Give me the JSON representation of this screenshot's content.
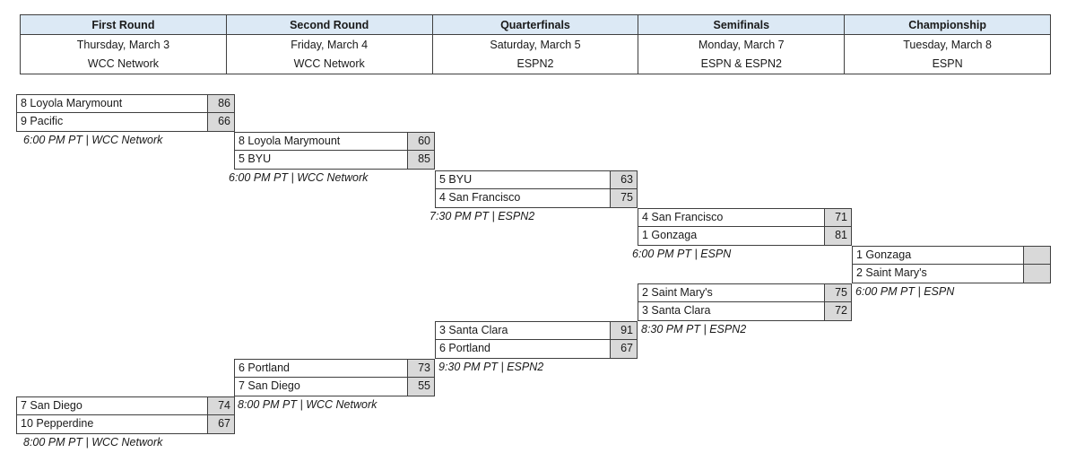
{
  "header": {
    "columns": [
      {
        "round": "First Round",
        "date": "Thursday, March 3",
        "network": "WCC Network"
      },
      {
        "round": "Second Round",
        "date": "Friday, March 4",
        "network": "WCC Network"
      },
      {
        "round": "Quarterfinals",
        "date": "Saturday, March 5",
        "network": "ESPN2"
      },
      {
        "round": "Semifinals",
        "date": "Monday, March 7",
        "network": "ESPN & ESPN2"
      },
      {
        "round": "Championship",
        "date": "Tuesday, March 8",
        "network": "ESPN"
      }
    ]
  },
  "games": [
    {
      "id": "r1-top",
      "top": {
        "seed": "8",
        "team": "Loyola Marymount",
        "label": "8 Loyola Marymount",
        "score": "86"
      },
      "bottom": {
        "seed": "9",
        "team": "Pacific",
        "label": "9 Pacific",
        "score": "66"
      },
      "info": "6:00 PM PT  |  WCC Network"
    },
    {
      "id": "r1-bottom",
      "top": {
        "seed": "7",
        "team": "San Diego",
        "label": "7 San Diego",
        "score": "74"
      },
      "bottom": {
        "seed": "10",
        "team": "Pepperdine",
        "label": "10 Pepperdine",
        "score": "67"
      },
      "info": "8:00 PM PT  |  WCC Network"
    },
    {
      "id": "r2-top",
      "top": {
        "seed": "8",
        "team": "Loyola Marymount",
        "label": "8 Loyola Marymount",
        "score": "60"
      },
      "bottom": {
        "seed": "5",
        "team": "BYU",
        "label": "5 BYU",
        "score": "85"
      },
      "info": "6:00 PM PT  |  WCC Network"
    },
    {
      "id": "r2-bottom",
      "top": {
        "seed": "6",
        "team": "Portland",
        "label": "6 Portland",
        "score": "73"
      },
      "bottom": {
        "seed": "7",
        "team": "San Diego",
        "label": "7 San Diego",
        "score": "55"
      },
      "info": "8:00 PM PT  |  WCC Network"
    },
    {
      "id": "qf-top",
      "top": {
        "seed": "5",
        "team": "BYU",
        "label": "5 BYU",
        "score": "63"
      },
      "bottom": {
        "seed": "4",
        "team": "San Francisco",
        "label": "4 San Francisco",
        "score": "75"
      },
      "info": "7:30 PM PT  |  ESPN2"
    },
    {
      "id": "qf-bottom",
      "top": {
        "seed": "3",
        "team": "Santa Clara",
        "label": "3 Santa Clara",
        "score": "91"
      },
      "bottom": {
        "seed": "6",
        "team": "Portland",
        "label": "6 Portland",
        "score": "67"
      },
      "info": "9:30 PM PT  |  ESPN2"
    },
    {
      "id": "sf-top",
      "top": {
        "seed": "4",
        "team": "San Francisco",
        "label": "4 San Francisco",
        "score": "71"
      },
      "bottom": {
        "seed": "1",
        "team": "Gonzaga",
        "label": "1 Gonzaga",
        "score": "81"
      },
      "info": "6:00 PM PT  |  ESPN"
    },
    {
      "id": "sf-bottom",
      "top": {
        "seed": "2",
        "team": "Saint Mary's",
        "label": "2 Saint Mary's",
        "score": "75"
      },
      "bottom": {
        "seed": "3",
        "team": "Santa Clara",
        "label": "3 Santa Clara",
        "score": "72"
      },
      "info": "8:30 PM PT  |  ESPN2"
    },
    {
      "id": "championship",
      "top": {
        "seed": "1",
        "team": "Gonzaga",
        "label": "1 Gonzaga",
        "score": ""
      },
      "bottom": {
        "seed": "2",
        "team": "Saint Mary's",
        "label": "2 Saint Mary's",
        "score": ""
      },
      "info": "6:00 PM PT  |  ESPN"
    }
  ],
  "colors": {
    "header_fill": "#dce9f5",
    "score_fill": "#d9d9d9",
    "border": "#3f3f3f",
    "text": "#1a1a1a"
  }
}
